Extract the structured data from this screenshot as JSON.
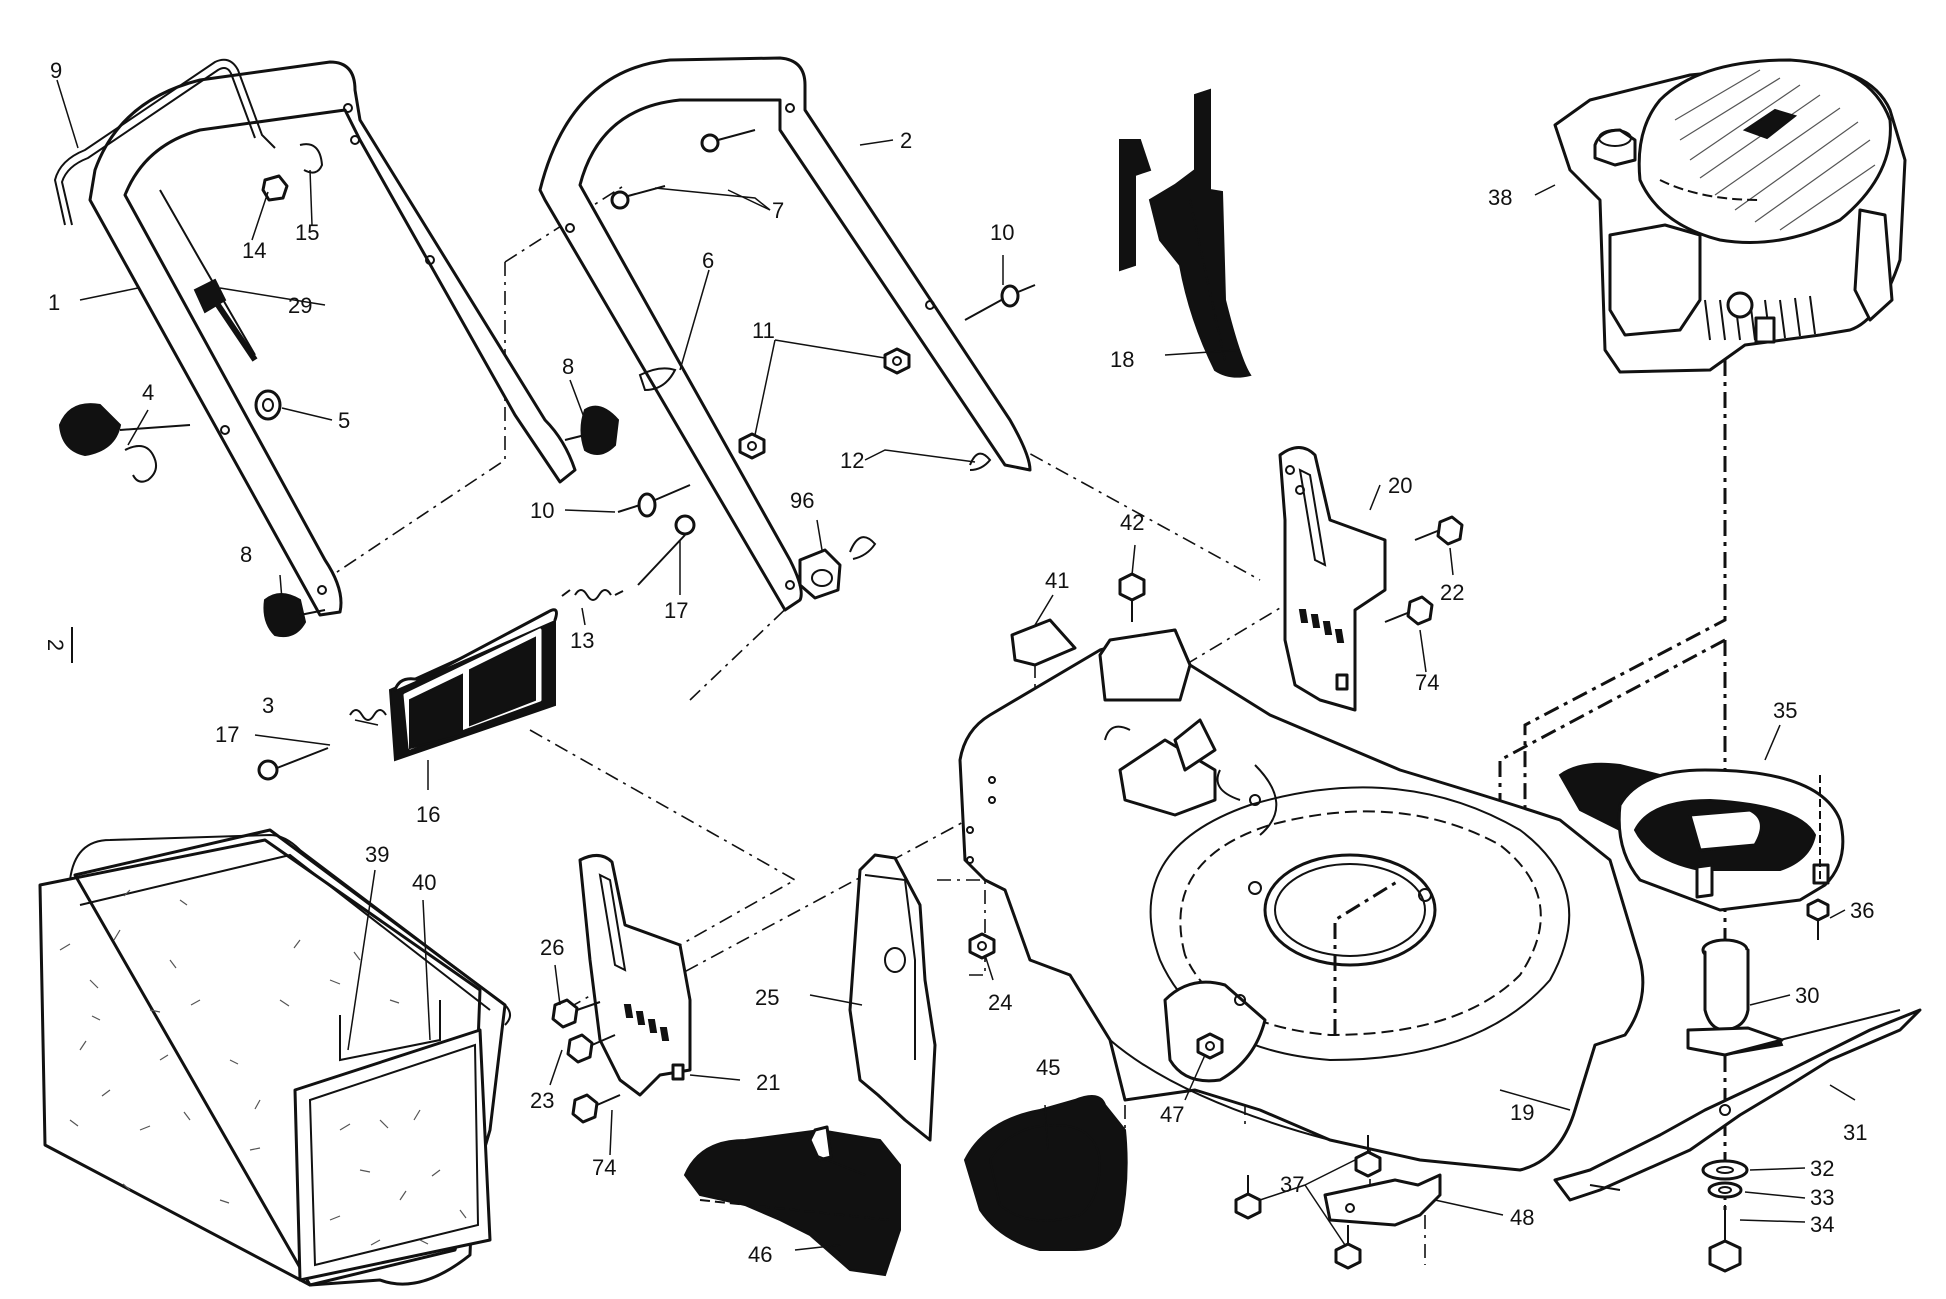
{
  "page_mark": "2",
  "labels": [
    {
      "id": "1",
      "text": "1"
    },
    {
      "id": "2",
      "text": "2"
    },
    {
      "id": "3",
      "text": "3"
    },
    {
      "id": "4",
      "text": "4"
    },
    {
      "id": "5",
      "text": "5"
    },
    {
      "id": "6",
      "text": "6"
    },
    {
      "id": "7",
      "text": "7"
    },
    {
      "id": "8a",
      "text": "8"
    },
    {
      "id": "8b",
      "text": "8"
    },
    {
      "id": "9",
      "text": "9"
    },
    {
      "id": "10a",
      "text": "10"
    },
    {
      "id": "10b",
      "text": "10"
    },
    {
      "id": "11",
      "text": "11"
    },
    {
      "id": "12",
      "text": "12"
    },
    {
      "id": "13",
      "text": "13"
    },
    {
      "id": "14",
      "text": "14"
    },
    {
      "id": "15",
      "text": "15"
    },
    {
      "id": "16",
      "text": "16"
    },
    {
      "id": "17a",
      "text": "17"
    },
    {
      "id": "17b",
      "text": "17"
    },
    {
      "id": "18",
      "text": "18"
    },
    {
      "id": "19",
      "text": "19"
    },
    {
      "id": "20",
      "text": "20"
    },
    {
      "id": "21",
      "text": "21"
    },
    {
      "id": "22",
      "text": "22"
    },
    {
      "id": "23",
      "text": "23"
    },
    {
      "id": "24",
      "text": "24"
    },
    {
      "id": "25",
      "text": "25"
    },
    {
      "id": "26",
      "text": "26"
    },
    {
      "id": "29",
      "text": "29"
    },
    {
      "id": "30",
      "text": "30"
    },
    {
      "id": "31",
      "text": "31"
    },
    {
      "id": "32",
      "text": "32"
    },
    {
      "id": "33",
      "text": "33"
    },
    {
      "id": "34",
      "text": "34"
    },
    {
      "id": "35",
      "text": "35"
    },
    {
      "id": "36",
      "text": "36"
    },
    {
      "id": "37",
      "text": "37"
    },
    {
      "id": "38",
      "text": "38"
    },
    {
      "id": "39",
      "text": "39"
    },
    {
      "id": "40",
      "text": "40"
    },
    {
      "id": "41",
      "text": "41"
    },
    {
      "id": "42",
      "text": "42"
    },
    {
      "id": "45",
      "text": "45"
    },
    {
      "id": "46",
      "text": "46"
    },
    {
      "id": "47",
      "text": "47"
    },
    {
      "id": "48",
      "text": "48"
    },
    {
      "id": "74a",
      "text": "74"
    },
    {
      "id": "74b",
      "text": "74"
    },
    {
      "id": "96",
      "text": "96"
    }
  ]
}
